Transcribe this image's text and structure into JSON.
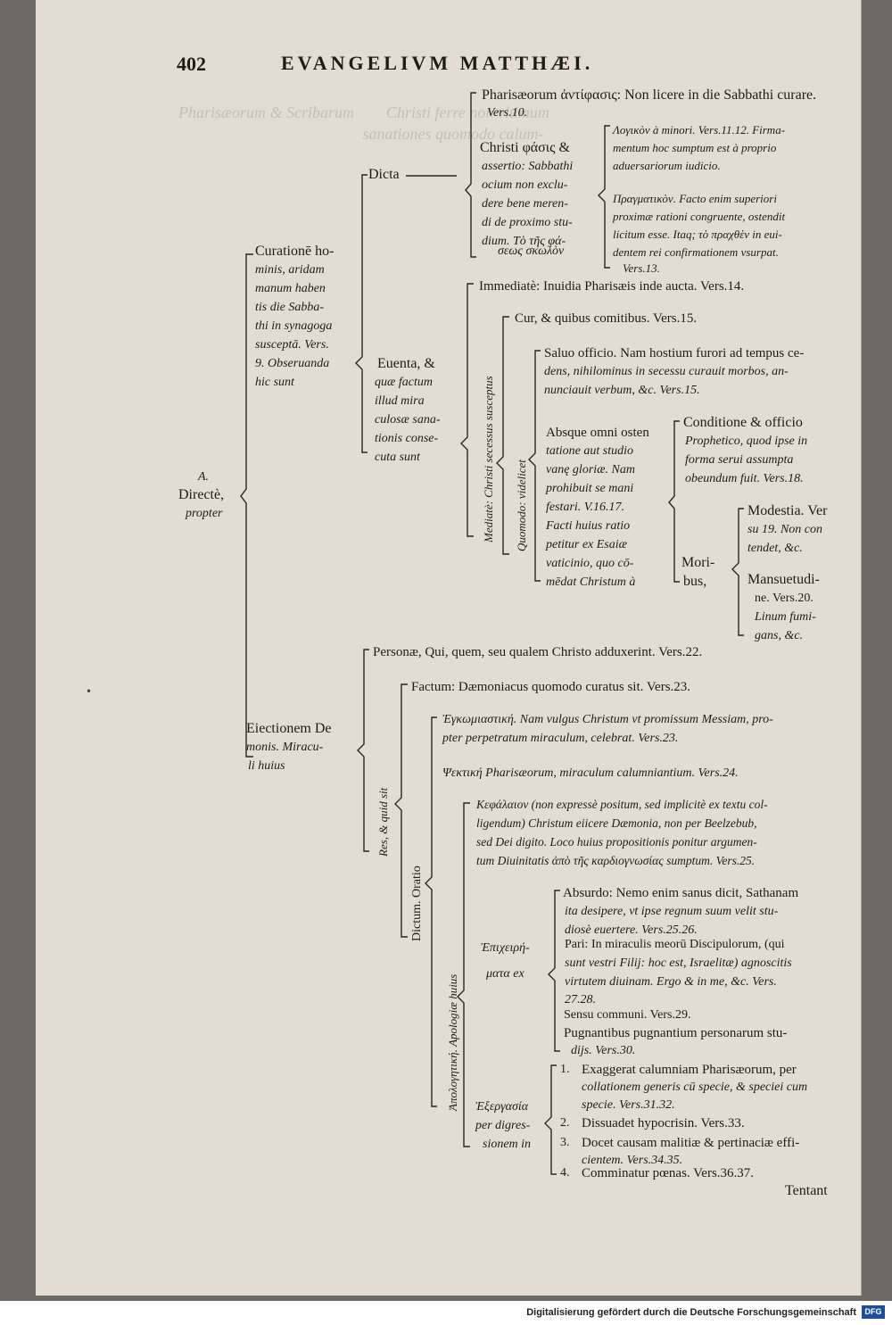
{
  "page": {
    "page_number": "402",
    "running_title": "EVANGELIVM MATTHÆI.",
    "catchword": "Tentant"
  },
  "footer": {
    "text": "Digitalisierung gefördert durch die Deutsche Forschungsgemeinschaft",
    "logo": "DFG"
  },
  "root": {
    "marker": "A.",
    "lines": [
      "Directè,",
      "propter"
    ]
  },
  "curatione": {
    "lines": [
      "Curationē ho-",
      "minis, aridam",
      "manum haben",
      "tis die Sabba-",
      "thi in synagoga",
      "susceptā. Vers.",
      "9. Obseruanda",
      "hic sunt"
    ],
    "dicta": {
      "label": "Dicta",
      "pharisaeorum": "Pharisæorum ἀντίφασις: Non licere in die Sabbathi curare.",
      "pharisaeorum_ref": "Vers.10.",
      "christi_lines": [
        "Christi φάσις &",
        "assertio: Sabbathi",
        "ocium non exclu-",
        "dere bene meren-",
        "di de proximo stu-",
        "dium. Τὸ τῆς φά-",
        "σεως σκωλὸν"
      ],
      "logikon_lines": [
        "Λογικὸν à minori. Vers.11.12. Firma-",
        "mentum hoc sumptum est à proprio",
        "aduersariorum iudicio."
      ],
      "pragmatikon_lines": [
        "Πραγματικὸν. Facto enim superiori",
        "proximæ rationi congruente, ostendit",
        "licitum esse. Itaq; τὸ πραχθὲν in eui-",
        "dentem rei confirmationem vsurpat.",
        "Vers.13."
      ]
    },
    "eventa": {
      "lines": [
        "Euenta, &",
        "quæ factum",
        "illud mira",
        "culosæ sana-",
        "tionis conse-",
        "cuta sunt"
      ],
      "immediate": "Immediatè: Inuidia Pharisæis inde aucta. Vers.14.",
      "mediate_vertical": "Mediatè: Christi secessus susceptus",
      "cur": "Cur, & quibus comitibus. Vers.15.",
      "quomodo_vertical": "Quomodo: videlicet",
      "saluo_lines": [
        "Saluo officio. Nam hostium furori ad tempus ce-",
        "dens, nihilominus in secessu curauit morbos, an-",
        "nunciauit verbum, &c. Vers.15."
      ],
      "absque_lines": [
        "Absque omni osten",
        "tatione aut studio",
        "vanę gloriæ. Nam",
        "prohibuit se mani",
        "festari. V.16.17.",
        "Facti huius ratio",
        "petitur ex Esaiæ",
        "vaticinio, quo cō-",
        "mēdat Christum à"
      ],
      "conditione_lines": [
        "Conditione & officio",
        "Prophetico, quod ipse in",
        "forma serui assumpta",
        "obeundum fuit. Vers.18."
      ],
      "moribus_lines": [
        "Mori-",
        "bus,"
      ],
      "modestia_lines": [
        "Modestia. Ver",
        "su 19. Non con",
        "tendet, &c."
      ],
      "mansuetudine_lines": [
        "Mansuetudi-",
        "ne. Vers.20.",
        "Linum fumi-",
        "gans, &c."
      ]
    }
  },
  "eiectionem": {
    "lines": [
      "Eiectionem De",
      "monis. Miracu-",
      "li huius"
    ],
    "personae": "Personæ, Qui, quem, seu qualem Christo adduxerint. Vers.22.",
    "res_vertical": "Res, & quid sit",
    "factum": "Factum: Dæmoniacus quomodo curatus sit. Vers.23.",
    "dictum_vertical": "Dictum. Oratio",
    "enkomiastike_lines": [
      "Ἐγκωμιαστική. Nam vulgus Christum vt promissum Messiam, pro-",
      "pter perpetratum miraculum, celebrat. Vers.23."
    ],
    "psektike": "Ψεκτική Pharisæorum, miraculum calumniantium. Vers.24.",
    "apologetike_vertical": "Ἀπολογητική. Apologiæ huius",
    "kephalaion_lines": [
      "Κεφάλαιον (non expressè positum, sed implicitè ex textu col-",
      "ligendum) Christum eiicere Dæmonia, non per Beelzebub,",
      "sed Dei digito. Loco huius propositionis ponitur argumen-",
      "tum Diuinitatis ἀπὸ τῆς καρδιογνωσίας sumptum. Vers.25."
    ],
    "epicheiremata_lines": [
      "Ἐπιχειρή-",
      "ματα ex"
    ],
    "absurdo_lines": [
      "Absurdo: Nemo enim sanus dicit, Sathanam",
      "ita desipere, vt ipse regnum suum velit stu-",
      "diosè euertere. Vers.25.26."
    ],
    "pari_lines": [
      "Pari: In miraculis meorū Discipulorum, (qui",
      "sunt vestri Filij: hoc est, Israelitæ) agnoscitis",
      "virtutem diuinam. Ergo & in me, &c. Vers.",
      "27.28."
    ],
    "sensu": "Sensu communi. Vers.29.",
    "pugnantibus_lines": [
      "Pugnantibus pugnantium personarum stu-",
      "dijs. Vers.30."
    ],
    "exergasia_lines": [
      "Ἐξεργασία",
      "per digres-",
      "sionem in"
    ],
    "exergasia_items": [
      {
        "num": "1.",
        "lines": [
          "Exaggerat calumniam Pharisæorum, per",
          "collationem generis cū specie, & speciei cum",
          "specie. Vers.31.32."
        ]
      },
      {
        "num": "2.",
        "lines": [
          "Dissuadet hypocrisin. Vers.33."
        ]
      },
      {
        "num": "3.",
        "lines": [
          "Docet causam malitiæ & pertinaciæ effi-",
          "cientem. Vers.34.35."
        ]
      },
      {
        "num": "4.",
        "lines": [
          "Comminatur pœnas. Vers.36.37."
        ]
      }
    ]
  }
}
